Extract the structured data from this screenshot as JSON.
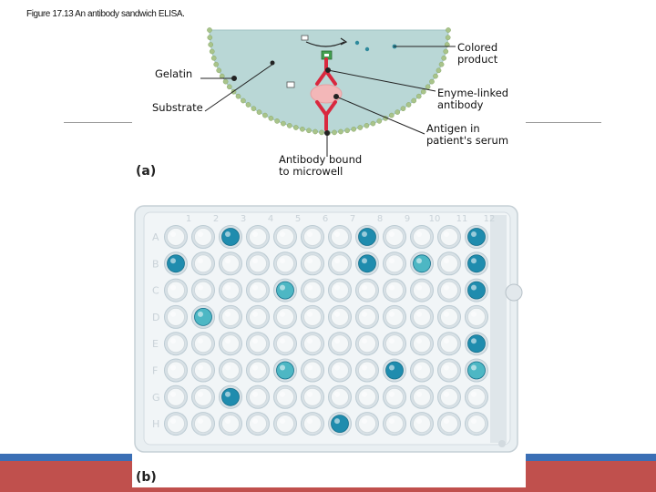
{
  "caption": "Figure 17.13 An antibody sandwich ELISA.",
  "panel_a": {
    "letter": "(a)",
    "labels": {
      "gelatin": "Gelatin",
      "substrate": "Substrate",
      "colored_product": "Colored\nproduct",
      "enzyme_linked_antibody": "Enyme-linked\nantibody",
      "antigen": "Antigen in\npatient's serum",
      "antibody_bound": "Antibody bound\nto microwell"
    }
  },
  "panel_b": {
    "letter": "(b)",
    "plate": {
      "rows": [
        "A",
        "B",
        "C",
        "D",
        "E",
        "F",
        "G",
        "H"
      ],
      "columns": [
        "1",
        "2",
        "3",
        "4",
        "5",
        "6",
        "7",
        "8",
        "9",
        "10",
        "11",
        "12"
      ],
      "positive_wells": [
        {
          "row": "A",
          "col": 3,
          "intensity": "strong"
        },
        {
          "row": "A",
          "col": 8,
          "intensity": "strong"
        },
        {
          "row": "A",
          "col": 12,
          "intensity": "strong"
        },
        {
          "row": "B",
          "col": 1,
          "intensity": "strong"
        },
        {
          "row": "B",
          "col": 8,
          "intensity": "strong"
        },
        {
          "row": "B",
          "col": 10,
          "intensity": "medium"
        },
        {
          "row": "B",
          "col": 12,
          "intensity": "strong"
        },
        {
          "row": "C",
          "col": 5,
          "intensity": "medium"
        },
        {
          "row": "C",
          "col": 12,
          "intensity": "strong"
        },
        {
          "row": "D",
          "col": 2,
          "intensity": "medium"
        },
        {
          "row": "E",
          "col": 12,
          "intensity": "strong"
        },
        {
          "row": "F",
          "col": 5,
          "intensity": "medium"
        },
        {
          "row": "F",
          "col": 9,
          "intensity": "strong"
        },
        {
          "row": "F",
          "col": 12,
          "intensity": "medium"
        },
        {
          "row": "G",
          "col": 3,
          "intensity": "strong"
        },
        {
          "row": "H",
          "col": 7,
          "intensity": "strong"
        }
      ]
    }
  },
  "colors": {
    "footer_blue": "#3b6fb5",
    "footer_red": "#c0504d",
    "well_fluid": "#b9d7d6",
    "bead": "#a9c48a",
    "antibody": "#d9283e",
    "antigen": "#f3b7b8",
    "enzyme": "#43a050",
    "strong_well": "#1f8cae",
    "medium_well": "#4db7c4"
  }
}
